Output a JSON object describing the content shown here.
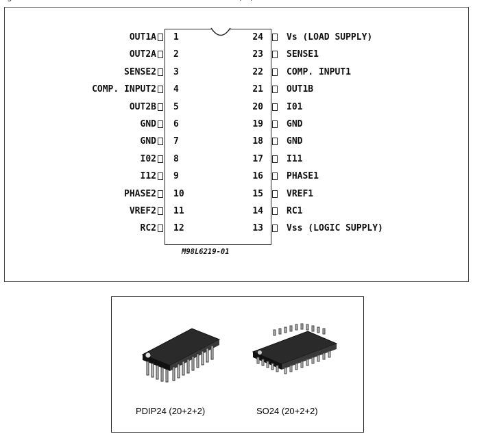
{
  "top_fragment": {
    "left": "g",
    "right": "(  )"
  },
  "diagram_code": "M98L6219-01",
  "pins_left": [
    {
      "name": "OUT1A",
      "num": "1"
    },
    {
      "name": "OUT2A",
      "num": "2"
    },
    {
      "name": "SENSE2",
      "num": "3"
    },
    {
      "name": "COMP. INPUT2",
      "num": "4"
    },
    {
      "name": "OUT2B",
      "num": "5"
    },
    {
      "name": "GND",
      "num": "6"
    },
    {
      "name": "GND",
      "num": "7"
    },
    {
      "name": "I02",
      "num": "8"
    },
    {
      "name": "I12",
      "num": "9"
    },
    {
      "name": "PHASE2",
      "num": "10"
    },
    {
      "name": "VREF2",
      "num": "11"
    },
    {
      "name": "RC2",
      "num": "12"
    }
  ],
  "pins_right": [
    {
      "name": "Vs (LOAD SUPPLY)",
      "num": "24"
    },
    {
      "name": "SENSE1",
      "num": "23"
    },
    {
      "name": "COMP. INPUT1",
      "num": "22"
    },
    {
      "name": "OUT1B",
      "num": "21"
    },
    {
      "name": "I01",
      "num": "20"
    },
    {
      "name": "GND",
      "num": "19"
    },
    {
      "name": "GND",
      "num": "18"
    },
    {
      "name": "I11",
      "num": "17"
    },
    {
      "name": "PHASE1",
      "num": "16"
    },
    {
      "name": "VREF1",
      "num": "15"
    },
    {
      "name": "RC1",
      "num": "14"
    },
    {
      "name": "Vss (LOGIC SUPPLY)",
      "num": "13"
    }
  ],
  "packages": [
    {
      "label": "PDIP24 (20+2+2)"
    },
    {
      "label": "SO24 (20+2+2)"
    }
  ]
}
